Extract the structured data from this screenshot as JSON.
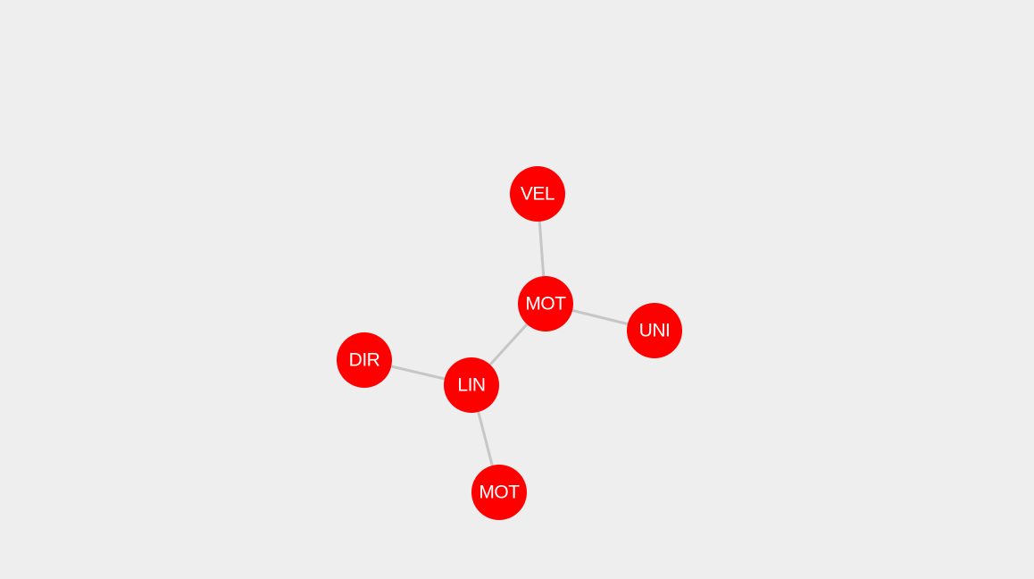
{
  "graph": {
    "node_color": "#ff0000",
    "edge_color": "#c6c6c6",
    "background": "#eeeeee",
    "nodes": [
      {
        "id": "vel",
        "label": "VEL"
      },
      {
        "id": "mot1",
        "label": "MOT"
      },
      {
        "id": "uni",
        "label": "UNI"
      },
      {
        "id": "dir",
        "label": "DIR"
      },
      {
        "id": "lin",
        "label": "LIN"
      },
      {
        "id": "mot2",
        "label": "MOT"
      }
    ],
    "edges": [
      {
        "source": "vel",
        "target": "mot1"
      },
      {
        "source": "mot1",
        "target": "uni"
      },
      {
        "source": "mot1",
        "target": "lin"
      },
      {
        "source": "dir",
        "target": "lin"
      },
      {
        "source": "lin",
        "target": "mot2"
      }
    ]
  }
}
